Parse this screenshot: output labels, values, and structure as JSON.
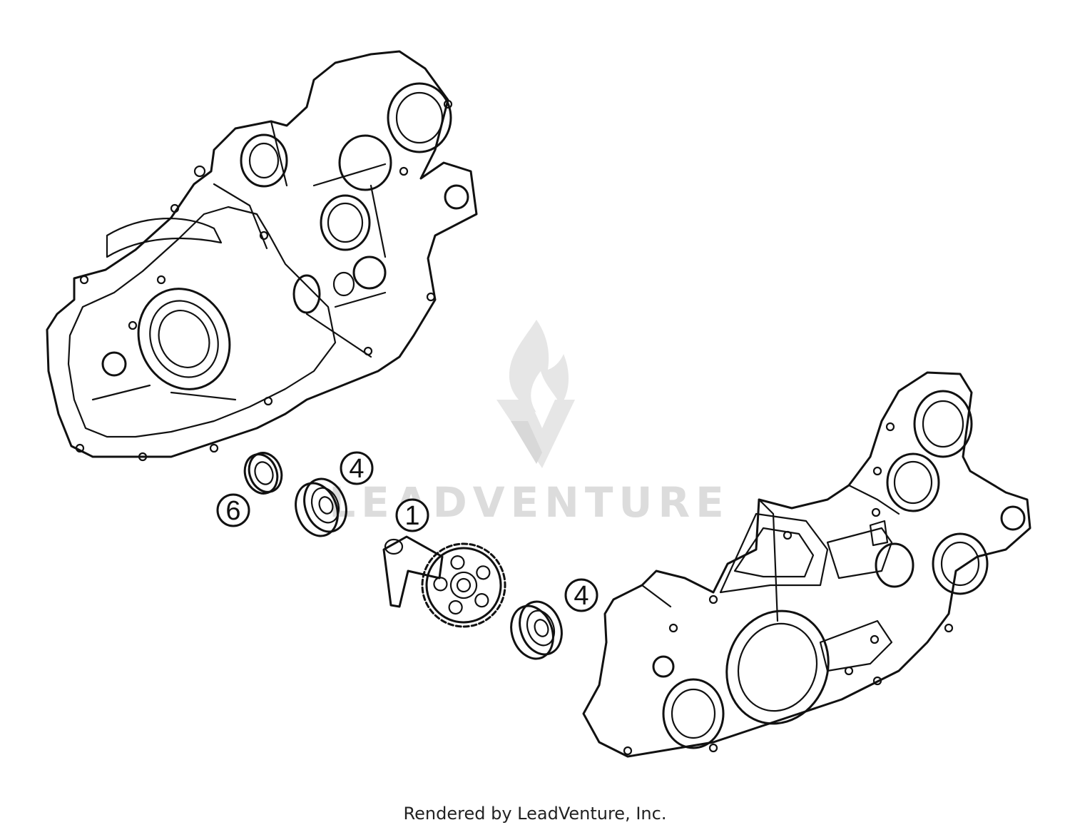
{
  "watermark": {
    "text": "LEADVENTURE",
    "color": "#dcdcdc"
  },
  "callouts": [
    {
      "id": "callout-6",
      "label": "6"
    },
    {
      "id": "callout-4-a",
      "label": "4"
    },
    {
      "id": "callout-1",
      "label": "1"
    },
    {
      "id": "callout-4-b",
      "label": "4"
    }
  ],
  "parts": [
    {
      "id": "left-crankcase-half",
      "icon": "crankcase-half-icon"
    },
    {
      "id": "right-crankcase-half",
      "icon": "crankcase-half-icon"
    },
    {
      "id": "shaft-seal",
      "icon": "seal-ring-icon"
    },
    {
      "id": "ball-bearing-upper",
      "icon": "ball-bearing-icon"
    },
    {
      "id": "balancer-shaft-gear",
      "icon": "gear-icon"
    },
    {
      "id": "ball-bearing-lower",
      "icon": "ball-bearing-icon"
    }
  ],
  "footer": {
    "text": "Rendered by LeadVenture, Inc."
  }
}
